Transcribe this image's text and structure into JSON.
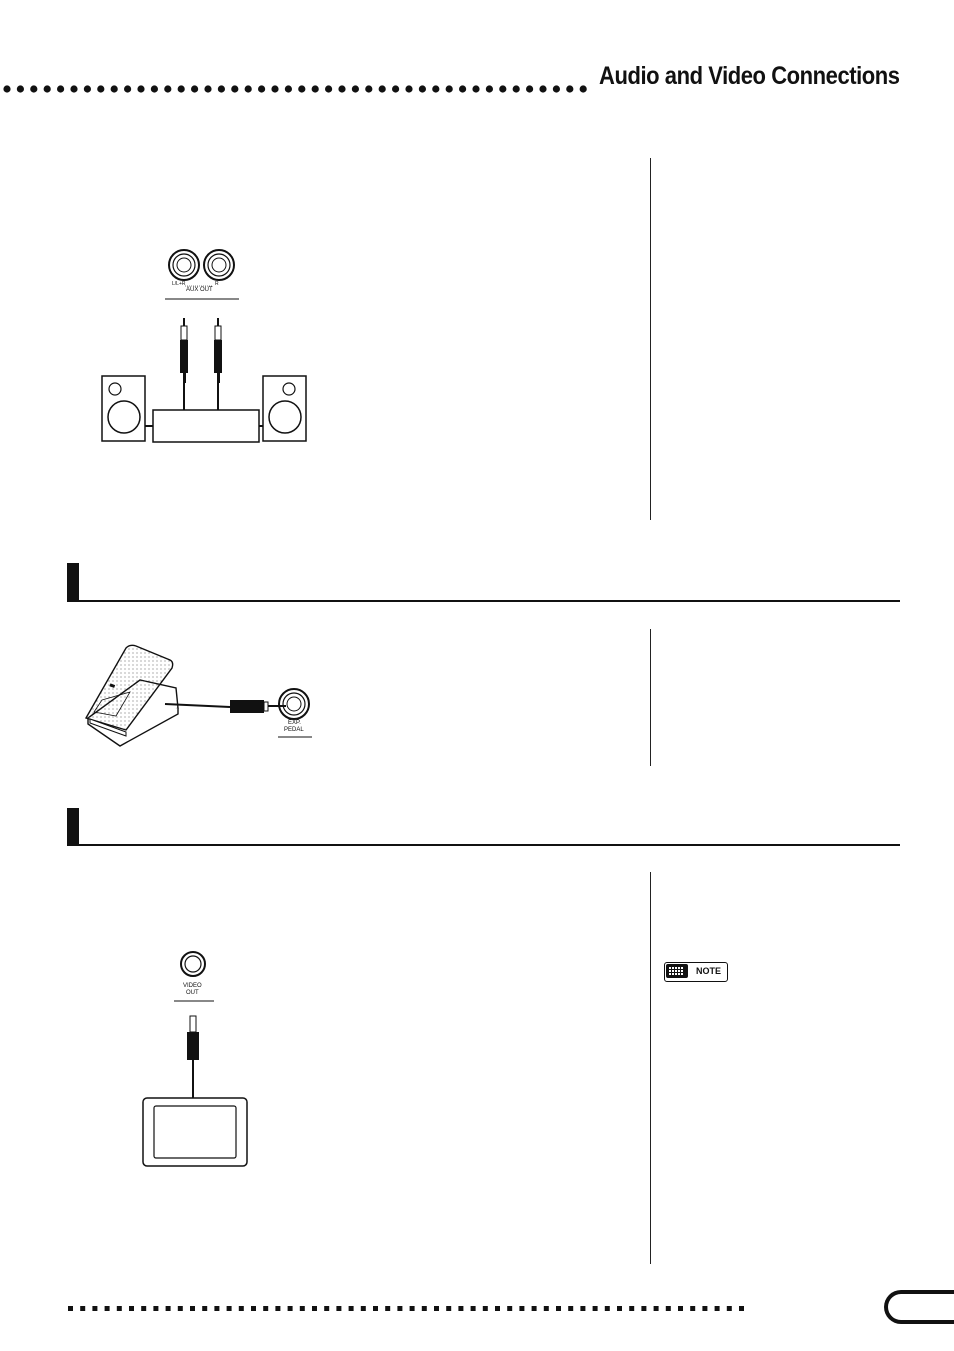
{
  "header": {
    "title": "Audio and Video Connections"
  },
  "figures": {
    "aux_out": {
      "jack_left_label": "L/L+R",
      "jack_right_label": "R",
      "panel_label": "AUX OUT"
    },
    "exp_pedal": {
      "panel_label_line1": "EXP.",
      "panel_label_line2": "PEDAL"
    },
    "video_out": {
      "panel_label_line1": "VIDEO",
      "panel_label_line2": "OUT"
    }
  },
  "note_badge": {
    "label": "NOTE"
  }
}
